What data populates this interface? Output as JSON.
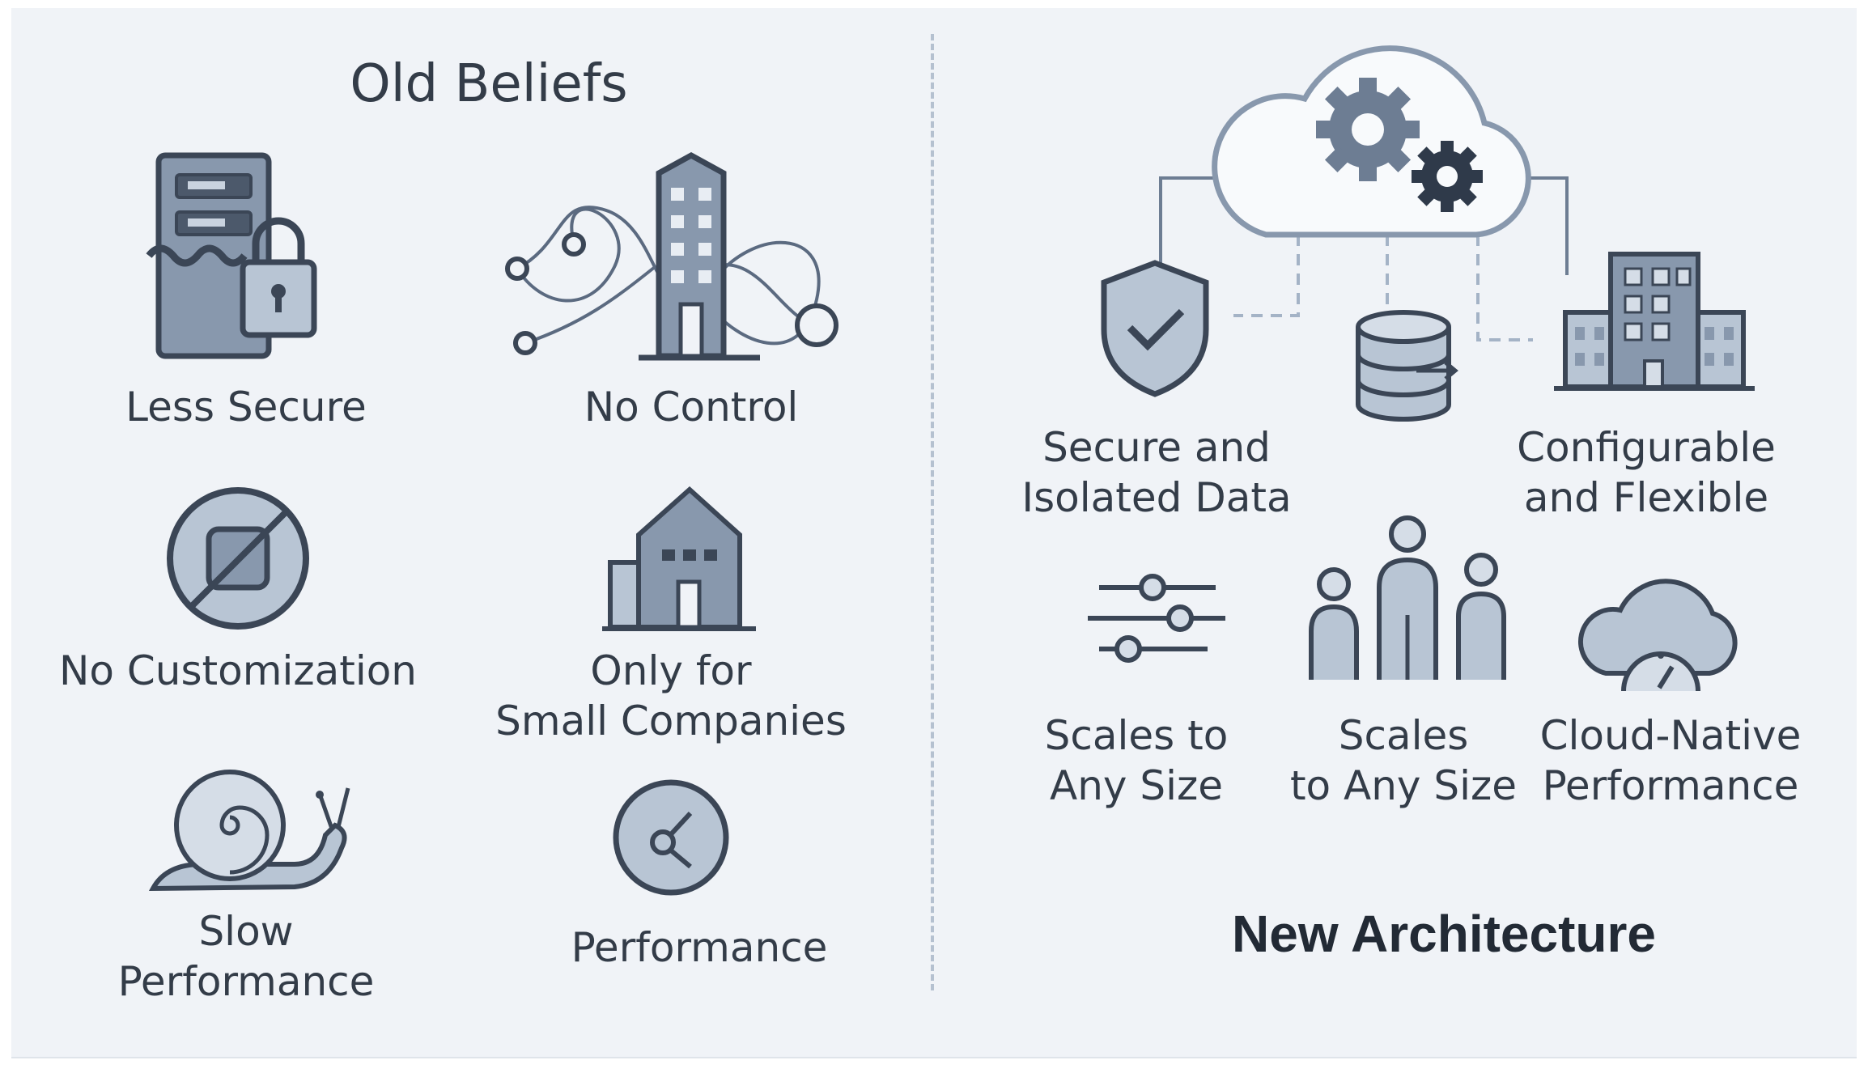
{
  "left_panel": {
    "title": "Old Beliefs",
    "items": [
      {
        "label": "Less Secure",
        "icon": "server-lock-icon"
      },
      {
        "label": "No Control",
        "icon": "tangled-building-icon"
      },
      {
        "label": "No Customization",
        "icon": "prohibited-icon"
      },
      {
        "label": "Only for\nSmall Companies",
        "icon": "small-building-icon"
      },
      {
        "label": "Slow\nPerformance",
        "icon": "snail-icon"
      },
      {
        "label": "Performance",
        "icon": "gauge-icon"
      }
    ]
  },
  "right_panel": {
    "title": "New Architecture",
    "hub_icon": "cloud-gears-icon",
    "items": [
      {
        "label": "Secure and\nIsolated Data",
        "icon": "shield-check-icon"
      },
      {
        "label": "Configurable\nand Flexible",
        "icon": "office-buildings-icon"
      },
      {
        "label": "Scales to\nAny Size",
        "icon": "sliders-icon"
      },
      {
        "label": "Scales\nto Any Size",
        "icon": "people-group-icon"
      },
      {
        "label": "Cloud-Native\nPerformance",
        "icon": "cloud-gauge-icon"
      }
    ],
    "extra_icon": "database-icon"
  },
  "colors": {
    "background": "#f0f3f7",
    "icon_fill": "#a9b8ca",
    "icon_stroke": "#3b4656",
    "text": "#333c48",
    "divider": "#b5c1d0"
  }
}
